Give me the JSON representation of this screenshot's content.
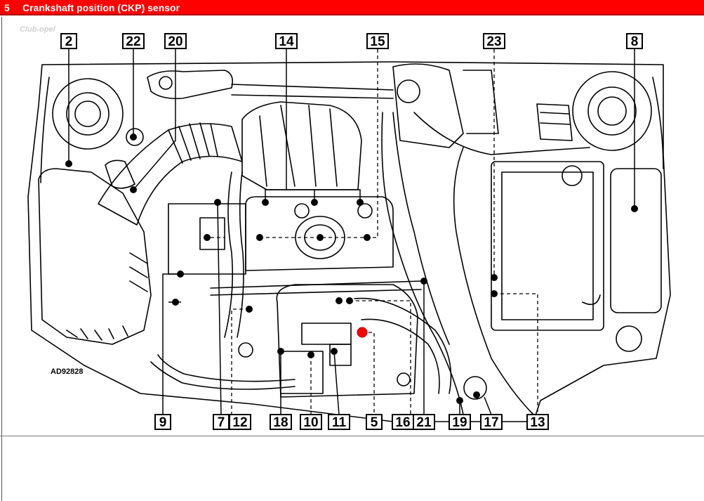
{
  "header": {
    "number": "5",
    "title": "Crankshaft position (CKP) sensor",
    "color": "#ff0000"
  },
  "watermark": "Club-opel",
  "figure_code": "AD92828",
  "highlight_color": "#ff0000",
  "callouts_top": [
    "2",
    "22",
    "20",
    "14",
    "15",
    "23",
    "8"
  ],
  "callouts_bottom": [
    "9",
    "7",
    "12",
    "18",
    "10",
    "11",
    "5",
    "16",
    "21",
    "19",
    "17",
    "13"
  ]
}
